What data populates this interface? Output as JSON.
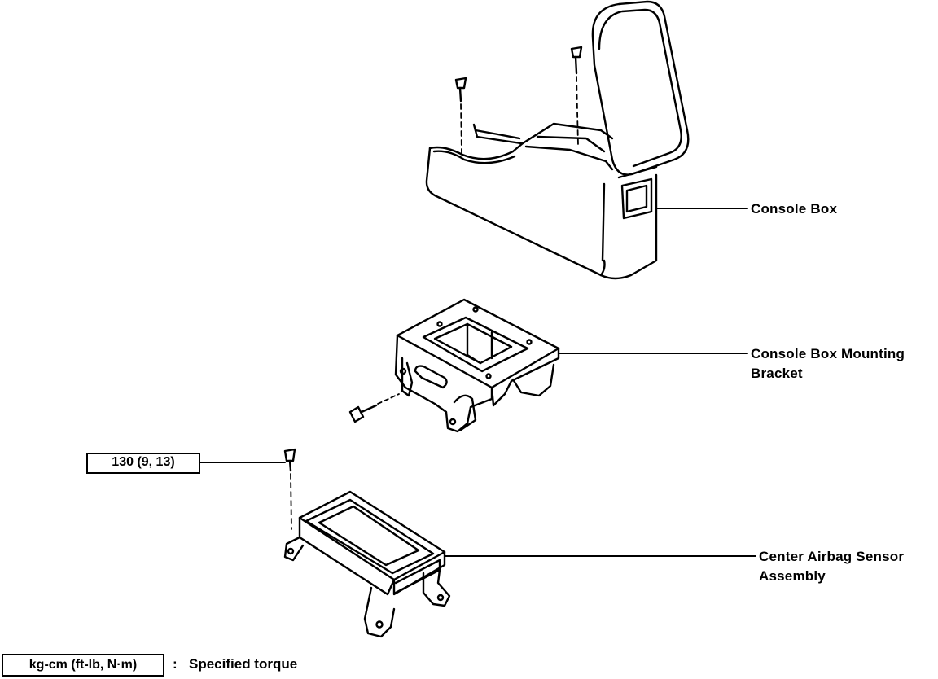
{
  "labels": {
    "console_box": "Console Box",
    "bracket_line1": "Console Box Mounting",
    "bracket_line2": "Bracket",
    "sensor_line1": "Center Airbag Sensor",
    "sensor_line2": "Assembly"
  },
  "torque_value": "130 (9, 13)",
  "legend": {
    "units": "kg-cm (ft-lb, N·m)",
    "separator": ":",
    "description": "Specified torque"
  }
}
